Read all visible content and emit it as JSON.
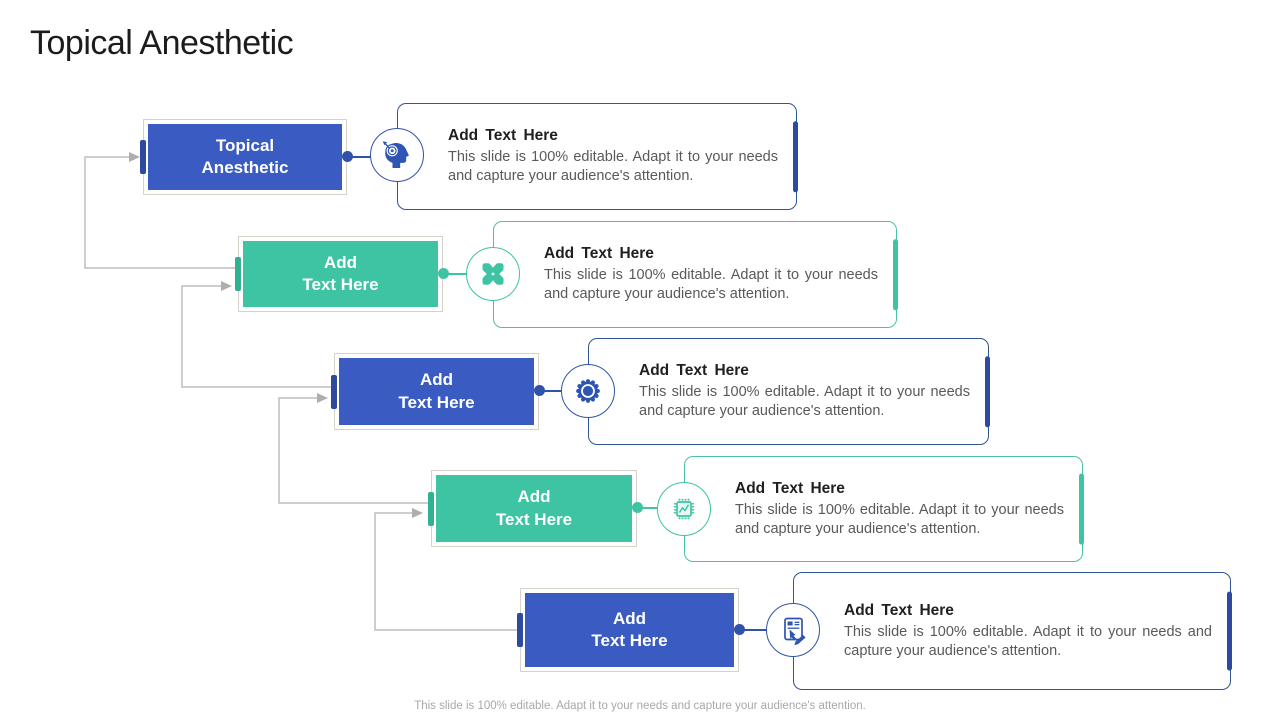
{
  "slide": {
    "title": "Topical Anesthetic",
    "footer": "This slide is 100% editable. Adapt it to your needs and capture your audience's attention."
  },
  "colors": {
    "step_blue": "#3a5bc2",
    "step_blue_dark": "#2c4ba0",
    "card_border_blue": "#2f5597",
    "step_teal": "#3ec3a3",
    "card_border_teal": "#4cc0a7",
    "connector_gray": "#bdbdbd"
  },
  "rows": [
    {
      "theme": "blue",
      "icon": "head-target-icon",
      "box_line1": "Topical",
      "box_line2": "Anesthetic",
      "card_title": "Add Text Here",
      "card_body": "This slide is 100% editable. Adapt it to your needs and capture your audience's attention."
    },
    {
      "theme": "teal",
      "icon": "bone-x-icon",
      "box_line1": "Add",
      "box_line2": "Text Here",
      "card_title": "Add Text Here",
      "card_body": "This slide is 100% editable. Adapt it to your needs and capture your audience's attention."
    },
    {
      "theme": "blue",
      "icon": "gear-icon",
      "box_line1": "Add",
      "box_line2": "Text Here",
      "card_title": "Add Text Here",
      "card_body": "This slide is 100% editable. Adapt it to your needs and capture your audience's attention."
    },
    {
      "theme": "teal",
      "icon": "chip-chart-icon",
      "box_line1": "Add",
      "box_line2": "Text Here",
      "card_title": "Add Text Here",
      "card_body": "This slide is 100% editable. Adapt it to your needs and capture your audience's attention."
    },
    {
      "theme": "blue",
      "icon": "tablet-signing-icon",
      "box_line1": "Add",
      "box_line2": "Text Here",
      "card_title": "Add Text Here",
      "card_body": "This slide is 100% editable. Adapt it to your needs and capture your audience's attention."
    }
  ]
}
